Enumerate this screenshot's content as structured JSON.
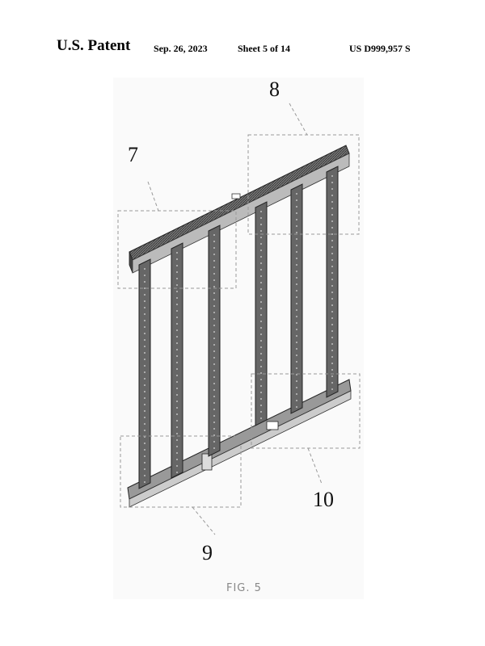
{
  "header": {
    "patent_label": "U.S. Patent",
    "date": "Sep. 26, 2023",
    "sheet": "Sheet 5 of 14",
    "patent_number": "US D999,957 S"
  },
  "figure": {
    "label": "FIG. 5",
    "reference_numerals": [
      "7",
      "8",
      "9",
      "10"
    ]
  }
}
